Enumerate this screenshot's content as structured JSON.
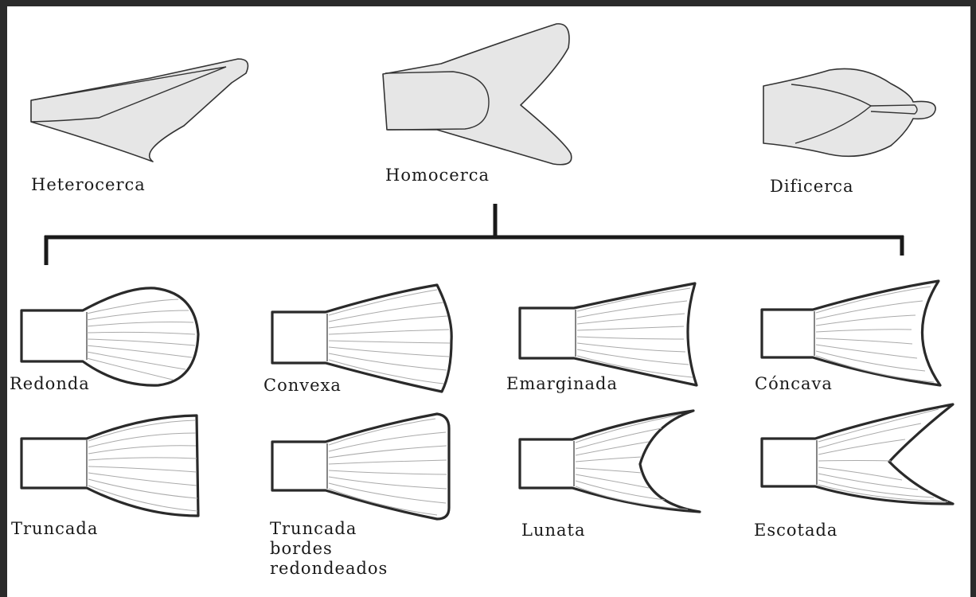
{
  "top_labels": {
    "heterocerca": "Heterocerca",
    "homocerca": "Homocerca",
    "dificerca": "Dificerca"
  },
  "bottom_labels": {
    "redonda": "Redonda",
    "convexa": "Convexa",
    "emarginada": "Emarginada",
    "concava": "Cóncava",
    "truncada": "Truncada",
    "truncada_bordes": [
      "Truncada",
      "bordes",
      "redondeados"
    ],
    "lunata": "Lunata",
    "escotada": "Escotada"
  },
  "colors": {
    "frame": "#2b2b2b",
    "fill_top": "#e6e6e6",
    "outline": "#2a2a2a",
    "rays": "#aaaaaa"
  }
}
